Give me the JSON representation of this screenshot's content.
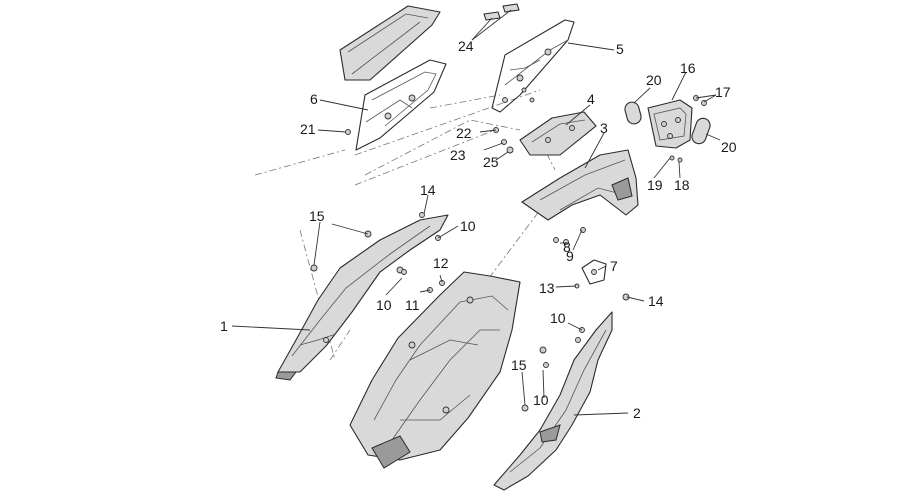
{
  "diagram": {
    "callouts": {
      "c1": "1",
      "c2": "2",
      "c3": "3",
      "c4": "4",
      "c5": "5",
      "c6": "6",
      "c7": "7",
      "c8": "8",
      "c9": "9",
      "c10a": "10",
      "c10b": "10",
      "c10c": "10",
      "c10d": "10",
      "c11": "11",
      "c12": "12",
      "c13": "13",
      "c14a": "14",
      "c14b": "14",
      "c15a": "15",
      "c15b": "15",
      "c16": "16",
      "c17": "17",
      "c18": "18",
      "c19": "19",
      "c20a": "20",
      "c20b": "20",
      "c21": "21",
      "c22": "22",
      "c23": "23",
      "c24": "24",
      "c25": "25"
    }
  }
}
